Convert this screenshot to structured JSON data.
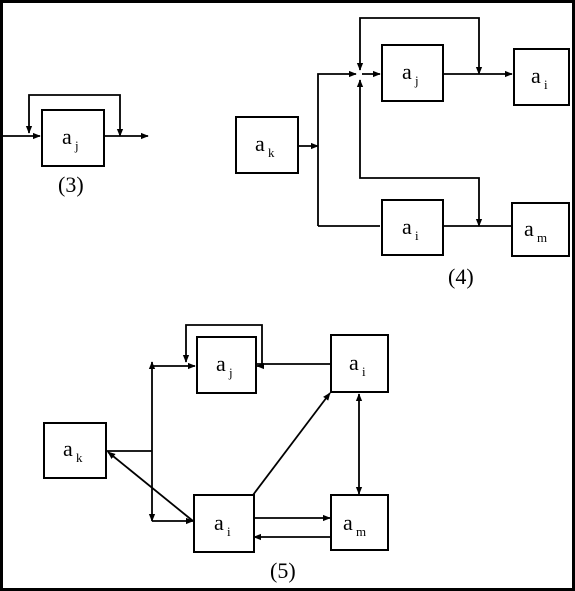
{
  "panels": [
    {
      "id": "p3",
      "label": "(3)"
    },
    {
      "id": "p4",
      "label": "(4)"
    },
    {
      "id": "p5",
      "label": "(5)"
    }
  ],
  "nodes": {
    "p3_aj": {
      "base": "a",
      "sub": "j"
    },
    "p4_ak": {
      "base": "a",
      "sub": "k"
    },
    "p4_aj": {
      "base": "a",
      "sub": "j"
    },
    "p4_ai_right": {
      "base": "a",
      "sub": "i"
    },
    "p4_ai_bottom": {
      "base": "a",
      "sub": "i"
    },
    "p4_am": {
      "base": "a",
      "sub": "m"
    },
    "p5_aj": {
      "base": "a",
      "sub": "j"
    },
    "p5_ai_top": {
      "base": "a",
      "sub": "i"
    },
    "p5_ak": {
      "base": "a",
      "sub": "k"
    },
    "p5_ai_bottom": {
      "base": "a",
      "sub": "i"
    },
    "p5_am": {
      "base": "a",
      "sub": "m"
    }
  }
}
